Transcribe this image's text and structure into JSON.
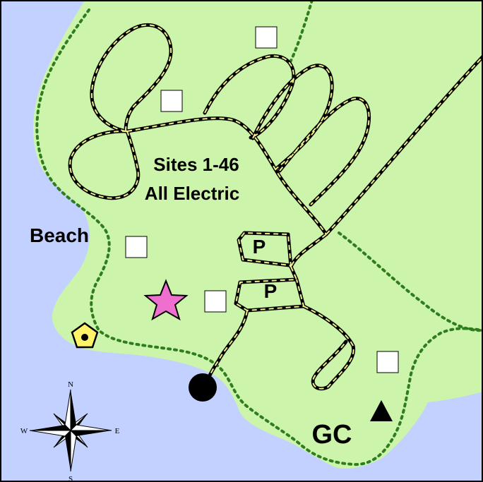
{
  "colors": {
    "water": "#c2d1ff",
    "land": "#ccf4aa",
    "boundary": "#2e7d1e",
    "trail_dark": "#000000",
    "trail_light": "#f2ee88",
    "star": "#ef6fcf",
    "pentagon_fill": "#fff36a",
    "facility_square": "#ffffff"
  },
  "labels": {
    "sites": "Sites 1-46",
    "electric": "All Electric",
    "beach": "Beach",
    "parking_1": "P",
    "parking_2": "P",
    "group_camp": "GC"
  },
  "compass": {
    "north": "N",
    "south": "S",
    "east": "E",
    "west": "W"
  },
  "icons": [
    "white-square-icon",
    "star-icon",
    "pentagon-icon",
    "black-circle-icon",
    "triangle-icon",
    "compass-rose-icon"
  ]
}
